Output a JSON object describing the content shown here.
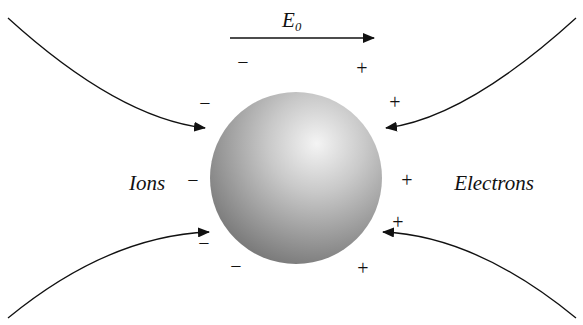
{
  "diagram": {
    "labels": [
      "E₀",
      "Ions",
      "Electrons",
      "−",
      "−",
      "−",
      "−",
      "−",
      "+",
      "+",
      "+",
      "+",
      "+"
    ]
  }
}
